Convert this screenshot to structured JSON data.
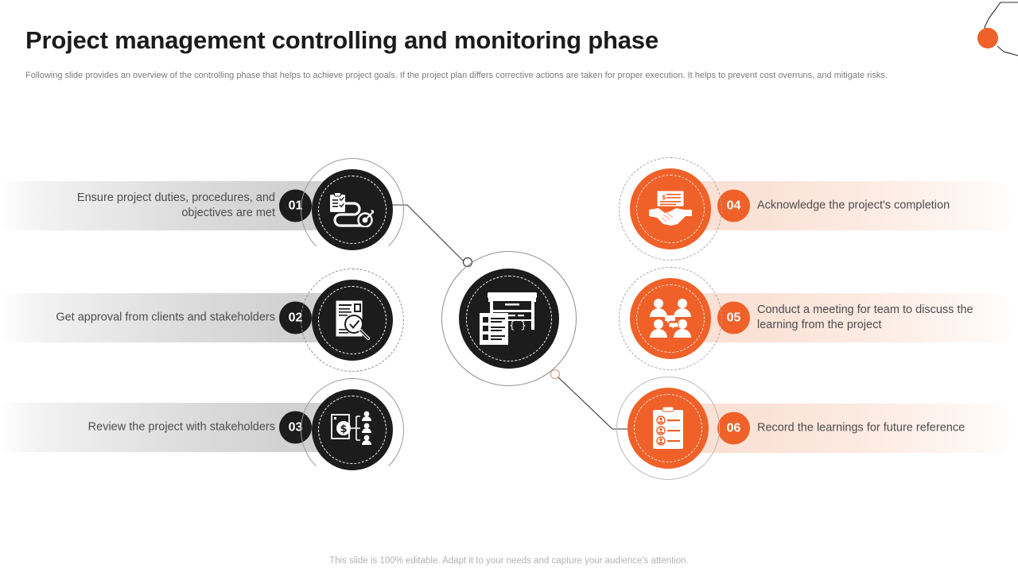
{
  "header": {
    "title": "Project management controlling and monitoring phase",
    "subtitle": "Following slide provides an overview of the controlling phase that helps to achieve project goals. If the project plan differs corrective actions are taken for proper execution. It helps to prevent cost overruns, and mitigate risks."
  },
  "colors": {
    "accent": "#ef6128",
    "dark": "#1c1c1c",
    "title": "#1b1b1b",
    "body_text": "#4c4c4c",
    "subtitle": "#7b7b7b",
    "footer": "#b3b3b3",
    "band_left_start": "#ffffff",
    "band_left_end": "#cfcfcf",
    "band_right_start": "#fbdfd3",
    "band_right_end": "#ffffff"
  },
  "center": {
    "icon": "presentation-board-code-checklist-icon"
  },
  "steps": {
    "left": [
      {
        "number": "01",
        "label": "Ensure project duties, procedures, and objectives are met",
        "icon": "clipboard-path-target-icon"
      },
      {
        "number": "02",
        "label": "Get approval from clients and stakeholders",
        "icon": "document-magnifier-check-icon"
      },
      {
        "number": "03",
        "label": "Review the project with stakeholders",
        "icon": "budget-stakeholders-icon"
      }
    ],
    "right": [
      {
        "number": "04",
        "label": "Acknowledge the project's completion",
        "icon": "handshake-certificate-icon"
      },
      {
        "number": "05",
        "label": "Conduct a meeting for team to discuss the learning from the project",
        "icon": "team-meeting-icon"
      },
      {
        "number": "06",
        "label": "Record the learnings for future reference",
        "icon": "clipboard-people-list-icon"
      }
    ]
  },
  "footer": {
    "note": "This slide is 100% editable. Adapt it to your needs and capture your audience's attention."
  }
}
